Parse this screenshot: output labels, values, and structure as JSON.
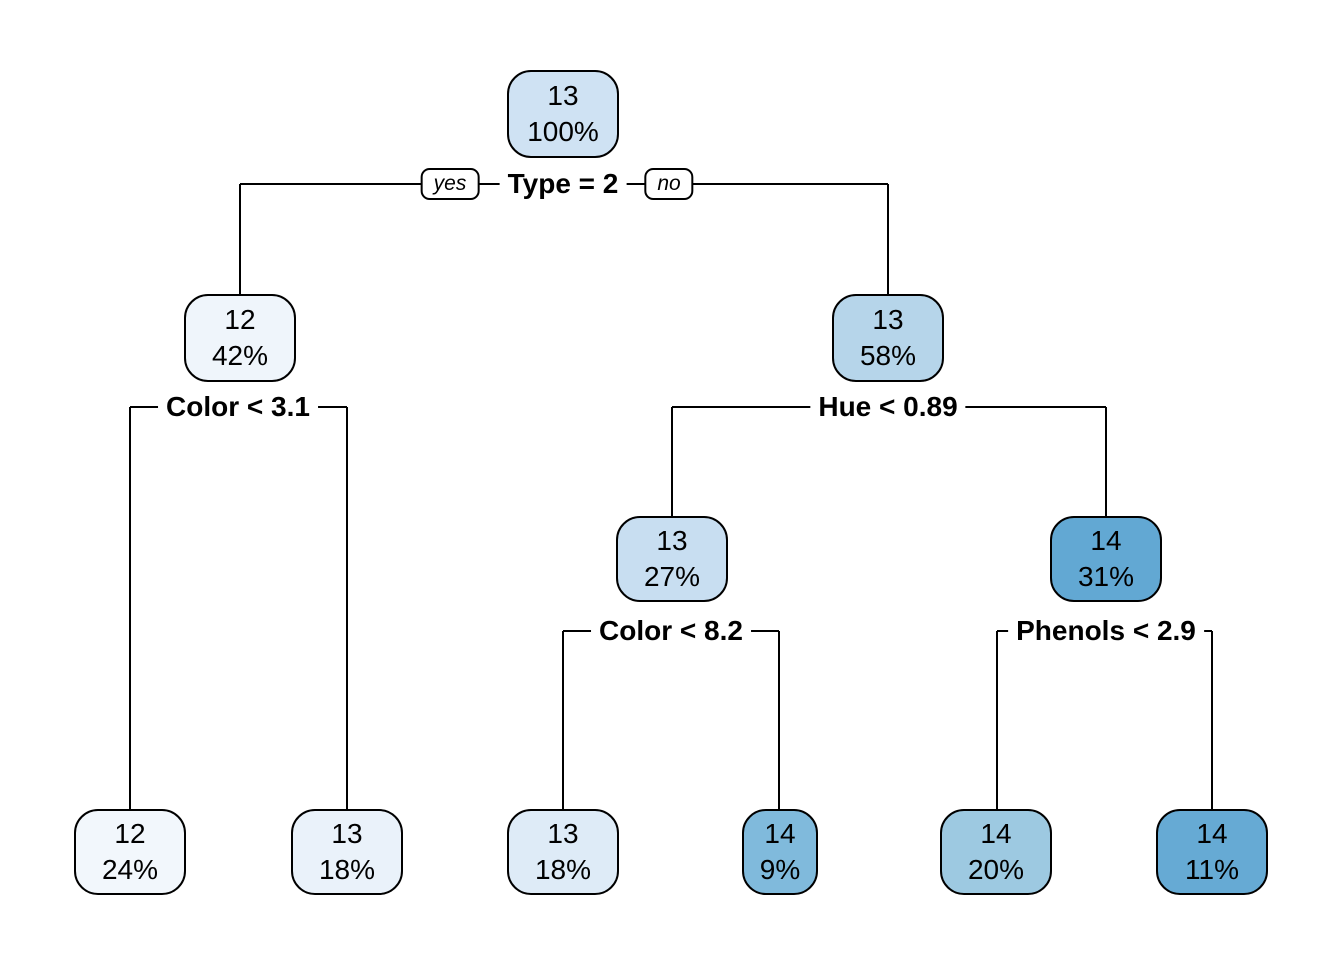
{
  "diagram": {
    "type": "decision-tree",
    "branch_labels": {
      "yes": "yes",
      "no": "no"
    },
    "nodes": [
      {
        "id": "root",
        "label": "13",
        "percent": "100%",
        "fill": "#CFE2F3"
      },
      {
        "id": "type-yes",
        "label": "12",
        "percent": "42%",
        "fill": "#EFF5FB"
      },
      {
        "id": "type-no",
        "label": "13",
        "percent": "58%",
        "fill": "#B6D5EA"
      },
      {
        "id": "hue-yes",
        "label": "13",
        "percent": "27%",
        "fill": "#C8DEF1"
      },
      {
        "id": "hue-no",
        "label": "14",
        "percent": "31%",
        "fill": "#62A8D3"
      },
      {
        "id": "leaf-12-24",
        "label": "12",
        "percent": "24%",
        "fill": "#F2F7FC"
      },
      {
        "id": "leaf-13-18a",
        "label": "13",
        "percent": "18%",
        "fill": "#EAF2FA"
      },
      {
        "id": "leaf-13-18b",
        "label": "13",
        "percent": "18%",
        "fill": "#DEEBF7"
      },
      {
        "id": "leaf-14-9",
        "label": "14",
        "percent": "9%",
        "fill": "#80BADC"
      },
      {
        "id": "leaf-14-20",
        "label": "14",
        "percent": "20%",
        "fill": "#9DC9E1"
      },
      {
        "id": "leaf-14-11",
        "label": "14",
        "percent": "11%",
        "fill": "#66AAD4"
      }
    ],
    "splits": [
      {
        "id": "split-type",
        "label": "Type = 2"
      },
      {
        "id": "split-color-1",
        "label": "Color < 3.1"
      },
      {
        "id": "split-hue",
        "label": "Hue < 0.89"
      },
      {
        "id": "split-color-2",
        "label": "Color < 8.2"
      },
      {
        "id": "split-phenols",
        "label": "Phenols < 2.9"
      }
    ],
    "hierarchy": {
      "node": "13 100%",
      "split": "Type = 2",
      "yes": {
        "node": "12 42%",
        "split": "Color < 3.1",
        "yes": {
          "node": "12 24%"
        },
        "no": {
          "node": "13 18%"
        }
      },
      "no": {
        "node": "13 58%",
        "split": "Hue < 0.89",
        "yes": {
          "node": "13 27%",
          "split": "Color < 8.2",
          "yes": {
            "node": "13 18%"
          },
          "no": {
            "node": "14 9%"
          }
        },
        "no": {
          "node": "14 31%",
          "split": "Phenols < 2.9",
          "yes": {
            "node": "14 20%"
          },
          "no": {
            "node": "14 11%"
          }
        }
      }
    },
    "colors": {
      "stroke": "#000000",
      "background": "#ffffff"
    }
  }
}
